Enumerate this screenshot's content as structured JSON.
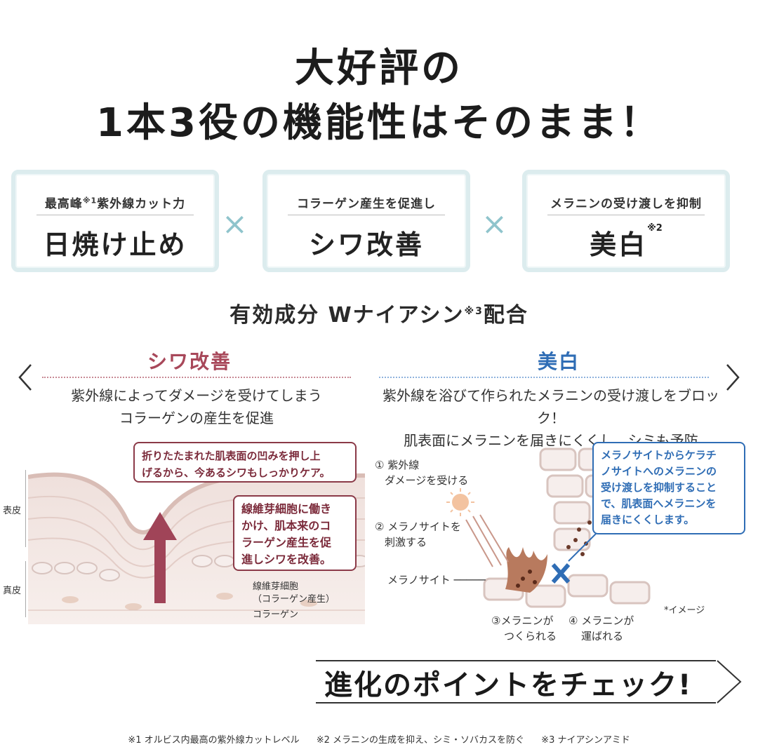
{
  "headline": {
    "line1": "大好評の",
    "line2": "1本3役の機能性はそのまま！"
  },
  "cards": [
    {
      "sub_pre": "最高峰",
      "sub_mark": "※1",
      "sub_post": "紫外線カット力",
      "main": "日焼け止め",
      "main_mark": ""
    },
    {
      "sub_pre": "コラーゲン産生を促進し",
      "sub_mark": "",
      "sub_post": "",
      "main": "シワ改善",
      "main_mark": ""
    },
    {
      "sub_pre": "メラニンの受け渡しを抑制",
      "sub_mark": "",
      "sub_post": "",
      "main": "美白",
      "main_mark": "※2"
    }
  ],
  "times_symbol": "×",
  "ingredient": {
    "text": "有効成分 Wナイアシン",
    "mark": "※3",
    "suffix": "配合"
  },
  "left_section": {
    "title": "シワ改善",
    "desc1": "紫外線によってダメージを受けてしまう",
    "desc2": "コラーゲンの産生を促進",
    "callout1_line1": "折りたたまれた肌表面の凹みを押し上",
    "callout1_line2": "げるから、今あるシワもしっかりケア。",
    "callout2_line1": "線維芽細胞に働き",
    "callout2_line2": "かけ、肌本来のコ",
    "callout2_line3": "ラーゲン産生を促",
    "callout2_line4": "進しシワを改善。",
    "label_epidermis": "表皮",
    "label_dermis": "真皮",
    "label_fibroblast1": "線維芽細胞",
    "label_fibroblast2": "（コラーゲン産生）",
    "label_collagen": "コラーゲン"
  },
  "right_section": {
    "title": "美白",
    "desc1": "紫外線を浴びて作られたメラニンの受け渡しをブロック！",
    "desc2": "肌表面にメラニンを届きにくくし、シミも予防",
    "step1_line1": "① 紫外線",
    "step1_line2": "ダメージを受ける",
    "step2_line1": "② メラノサイトを",
    "step2_line2": "刺激する",
    "melanocyte": "メラノサイト",
    "step3_line1": "③メラニンが",
    "step3_line2": "つくられる",
    "step4_line1": "④ メラニンが",
    "step4_line2": "運ばれる",
    "callout_line1": "メラノサイトからケラチ",
    "callout_line2": "ノサイトへのメラニンの",
    "callout_line3": "受け渡しを抑制すること",
    "callout_line4": "で、肌表面へメラニンを",
    "callout_line5": "届きにくくします。",
    "image_note": "*イメージ"
  },
  "check_button": {
    "label": "進化のポイントをチェック!"
  },
  "footnotes": {
    "n1": "※1 オルビス内最高の紫外線カットレベル",
    "n2": "※2 メラニンの生成を抑え、シミ・ソバカスを防ぐ",
    "n3": "※3 ナイアシンアミド"
  },
  "colors": {
    "wrinkle_accent": "#a8485a",
    "whitening_accent": "#2f6db5",
    "card_border": "#dcecee",
    "times": "#8fc4cc"
  },
  "icons": {
    "nav_prev": "chevron-left-icon",
    "nav_next": "chevron-right-icon",
    "check_arrow": "chevron-right-icon",
    "sun": "sun-icon"
  }
}
